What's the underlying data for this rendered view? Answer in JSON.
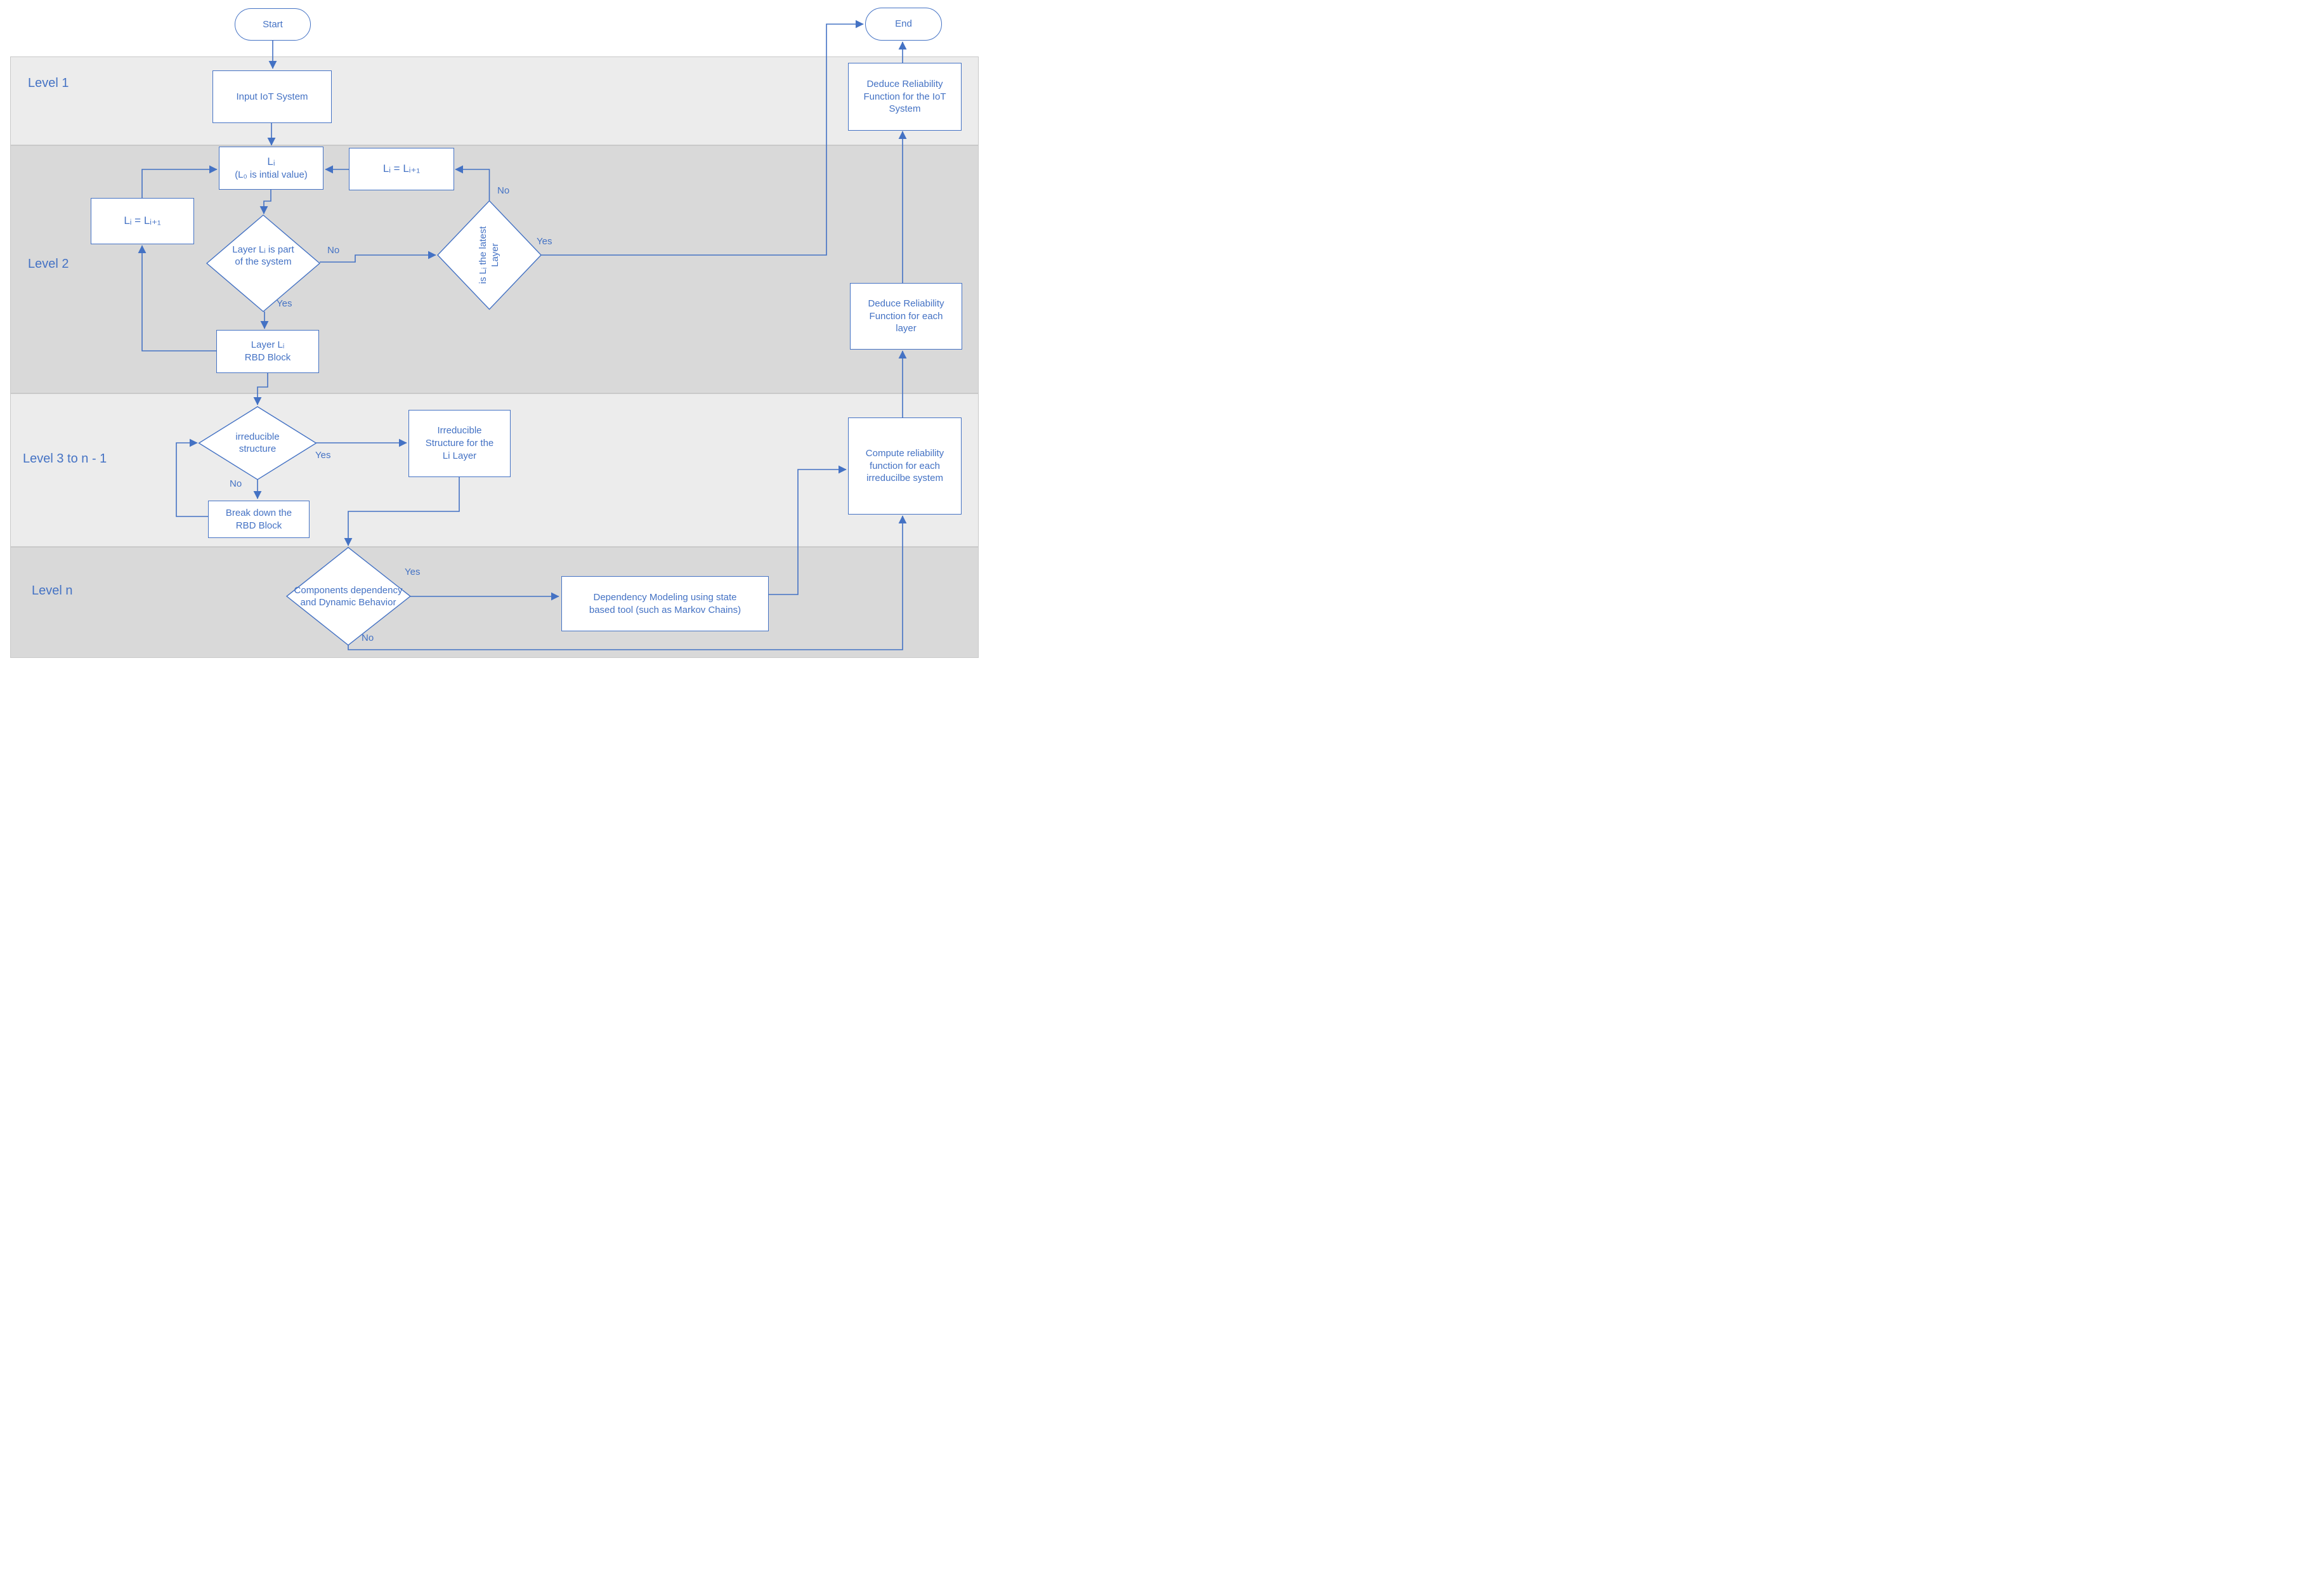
{
  "colors": {
    "accent": "#4472c4",
    "text": "#4472c4",
    "lane_light": "#ececec",
    "lane_dark": "#d9d9d9",
    "lane_border": "#c9c9c9",
    "node_fill": "#ffffff"
  },
  "lanes": [
    {
      "label": "Level 1"
    },
    {
      "label": "Level 2"
    },
    {
      "label": "Level 3 to n - 1"
    },
    {
      "label": "Level n"
    }
  ],
  "nodes": {
    "start": {
      "lines": [
        "Start"
      ]
    },
    "input_iot": {
      "lines": [
        "Input IoT System"
      ]
    },
    "li_current": {
      "lines": [
        "Lᵢ",
        "(L₀ is intial value)"
      ]
    },
    "li_increment_left": {
      "lines": [
        "Lᵢ = Lᵢ₊₁"
      ]
    },
    "li_increment_right": {
      "lines": [
        "Lᵢ = Lᵢ₊₁"
      ]
    },
    "layer_part_decision": {
      "lines": [
        "Layer Lᵢ is part",
        "of the system"
      ]
    },
    "latest_layer_decision": {
      "lines": [
        "is Lᵢ the latest",
        "Layer"
      ]
    },
    "rbd_block": {
      "lines": [
        "Layer Lᵢ",
        "RBD Block"
      ]
    },
    "irreducible_decision": {
      "lines": [
        "irreducible",
        "structure"
      ]
    },
    "irreducible_structure": {
      "lines": [
        "Irreducible",
        "Structure for the",
        "Li Layer"
      ]
    },
    "break_down": {
      "lines": [
        "Break down the",
        "RBD Block"
      ]
    },
    "dependency_decision": {
      "lines": [
        "Components dependency",
        "and Dynamic Behavior"
      ]
    },
    "dependency_modeling": {
      "lines": [
        "Dependency Modeling using state",
        "based tool (such as Markov Chains)"
      ]
    },
    "compute_reliability": {
      "lines": [
        "Compute reliability",
        "function for each",
        "irreducilbe system"
      ]
    },
    "deduce_layer": {
      "lines": [
        "Deduce Reliability",
        "Function for each",
        "layer"
      ]
    },
    "deduce_iot": {
      "lines": [
        "Deduce Reliability",
        "Function for the IoT",
        "System"
      ]
    },
    "end": {
      "lines": [
        "End"
      ]
    }
  },
  "edge_labels": {
    "part_no": "No",
    "part_yes": "Yes",
    "latest_no": "No",
    "latest_yes": "Yes",
    "irreducible_yes": "Yes",
    "irreducible_no": "No",
    "dependency_yes": "Yes",
    "dependency_no": "No"
  }
}
